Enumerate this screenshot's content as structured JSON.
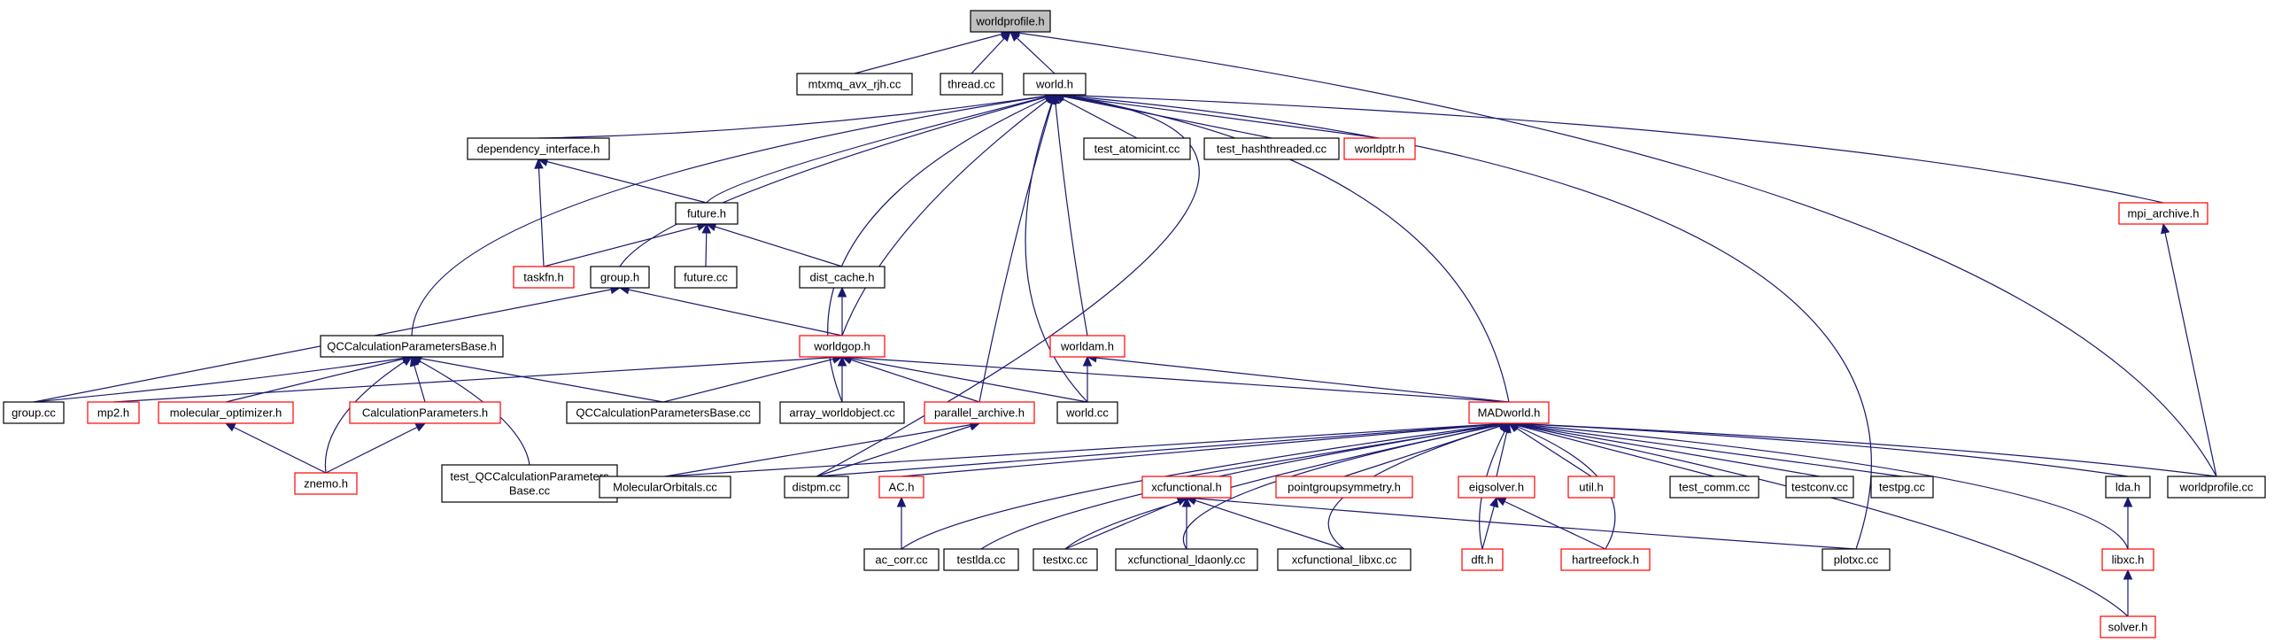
{
  "nodes": [
    {
      "id": "worldprofile_h",
      "lines": [
        "worldprofile.h"
      ],
      "style": "root"
    },
    {
      "id": "mtxmq",
      "lines": [
        "mtxmq_avx_rjh.cc"
      ],
      "style": "black"
    },
    {
      "id": "thread_cc",
      "lines": [
        "thread.cc"
      ],
      "style": "black"
    },
    {
      "id": "world_h",
      "lines": [
        "world.h"
      ],
      "style": "black"
    },
    {
      "id": "dependency_interface_h",
      "lines": [
        "dependency_interface.h"
      ],
      "style": "black"
    },
    {
      "id": "test_atomicint_cc",
      "lines": [
        "test_atomicint.cc"
      ],
      "style": "black"
    },
    {
      "id": "test_hashthreaded_cc",
      "lines": [
        "test_hashthreaded.cc"
      ],
      "style": "black"
    },
    {
      "id": "worldptr_h",
      "lines": [
        "worldptr.h"
      ],
      "style": "red"
    },
    {
      "id": "mpi_archive_h",
      "lines": [
        "mpi_archive.h"
      ],
      "style": "red"
    },
    {
      "id": "future_h",
      "lines": [
        "future.h"
      ],
      "style": "black"
    },
    {
      "id": "taskfn_h",
      "lines": [
        "taskfn.h"
      ],
      "style": "red"
    },
    {
      "id": "group_h",
      "lines": [
        "group.h"
      ],
      "style": "black"
    },
    {
      "id": "future_cc",
      "lines": [
        "future.cc"
      ],
      "style": "black"
    },
    {
      "id": "dist_cache_h",
      "lines": [
        "dist_cache.h"
      ],
      "style": "black"
    },
    {
      "id": "qccpb_h",
      "lines": [
        "QCCalculationParametersBase.h"
      ],
      "style": "black"
    },
    {
      "id": "worldgop_h",
      "lines": [
        "worldgop.h"
      ],
      "style": "red"
    },
    {
      "id": "worldam_h",
      "lines": [
        "worldam.h"
      ],
      "style": "red"
    },
    {
      "id": "group_cc",
      "lines": [
        "group.cc"
      ],
      "style": "black"
    },
    {
      "id": "mp2_h",
      "lines": [
        "mp2.h"
      ],
      "style": "red"
    },
    {
      "id": "molecular_optimizer_h",
      "lines": [
        "molecular_optimizer.h"
      ],
      "style": "red"
    },
    {
      "id": "calculationparameters_h",
      "lines": [
        "CalculationParameters.h"
      ],
      "style": "red"
    },
    {
      "id": "qccpb_cc",
      "lines": [
        "QCCalculationParametersBase.cc"
      ],
      "style": "black"
    },
    {
      "id": "array_worldobject_cc",
      "lines": [
        "array_worldobject.cc"
      ],
      "style": "black"
    },
    {
      "id": "parallel_archive_h",
      "lines": [
        "parallel_archive.h"
      ],
      "style": "red"
    },
    {
      "id": "world_cc",
      "lines": [
        "world.cc"
      ],
      "style": "black"
    },
    {
      "id": "madworld_h",
      "lines": [
        "MADworld.h"
      ],
      "style": "red"
    },
    {
      "id": "znemo_h",
      "lines": [
        "znemo.h"
      ],
      "style": "red"
    },
    {
      "id": "test_qccpb_cc",
      "lines": [
        "test_QCCalculationParameters",
        "Base.cc"
      ],
      "style": "black"
    },
    {
      "id": "molecularorbitals_cc",
      "lines": [
        "MolecularOrbitals.cc"
      ],
      "style": "black"
    },
    {
      "id": "distpm_cc",
      "lines": [
        "distpm.cc"
      ],
      "style": "black"
    },
    {
      "id": "ac_h",
      "lines": [
        "AC.h"
      ],
      "style": "red"
    },
    {
      "id": "xcfunctional_h",
      "lines": [
        "xcfunctional.h"
      ],
      "style": "red"
    },
    {
      "id": "pointgroupsymmetry_h",
      "lines": [
        "pointgroupsymmetry.h"
      ],
      "style": "red"
    },
    {
      "id": "eigsolver_h",
      "lines": [
        "eigsolver.h"
      ],
      "style": "red"
    },
    {
      "id": "util_h",
      "lines": [
        "util.h"
      ],
      "style": "red"
    },
    {
      "id": "test_comm_cc",
      "lines": [
        "test_comm.cc"
      ],
      "style": "black"
    },
    {
      "id": "testconv_cc",
      "lines": [
        "testconv.cc"
      ],
      "style": "black"
    },
    {
      "id": "testpg_cc",
      "lines": [
        "testpg.cc"
      ],
      "style": "black"
    },
    {
      "id": "lda_h",
      "lines": [
        "lda.h"
      ],
      "style": "black"
    },
    {
      "id": "worldprofile_cc",
      "lines": [
        "worldprofile.cc"
      ],
      "style": "black"
    },
    {
      "id": "ac_corr_cc",
      "lines": [
        "ac_corr.cc"
      ],
      "style": "black"
    },
    {
      "id": "testlda_cc",
      "lines": [
        "testlda.cc"
      ],
      "style": "black"
    },
    {
      "id": "testxc_cc",
      "lines": [
        "testxc.cc"
      ],
      "style": "black"
    },
    {
      "id": "xcfunctional_ldaonly_cc",
      "lines": [
        "xcfunctional_ldaonly.cc"
      ],
      "style": "black"
    },
    {
      "id": "xcfunctional_libxc_cc",
      "lines": [
        "xcfunctional_libxc.cc"
      ],
      "style": "black"
    },
    {
      "id": "dft_h",
      "lines": [
        "dft.h"
      ],
      "style": "red"
    },
    {
      "id": "hartreefock_h",
      "lines": [
        "hartreefock.h"
      ],
      "style": "red"
    },
    {
      "id": "plotxc_cc",
      "lines": [
        "plotxc.cc"
      ],
      "style": "black"
    },
    {
      "id": "libxc_h",
      "lines": [
        "libxc.h"
      ],
      "style": "red"
    },
    {
      "id": "solver_h",
      "lines": [
        "solver.h"
      ],
      "style": "red"
    }
  ],
  "edges": [
    [
      "mtxmq",
      "worldprofile_h"
    ],
    [
      "thread_cc",
      "worldprofile_h"
    ],
    [
      "world_h",
      "worldprofile_h"
    ],
    [
      "worldprofile_cc",
      "worldprofile_h"
    ],
    [
      "dependency_interface_h",
      "world_h"
    ],
    [
      "test_atomicint_cc",
      "world_h"
    ],
    [
      "test_hashthreaded_cc",
      "world_h"
    ],
    [
      "worldptr_h",
      "world_h"
    ],
    [
      "mpi_archive_h",
      "world_h"
    ],
    [
      "future_h",
      "world_h"
    ],
    [
      "group_h",
      "world_h"
    ],
    [
      "qccpb_h",
      "world_h"
    ],
    [
      "worldgop_h",
      "world_h"
    ],
    [
      "worldam_h",
      "world_h"
    ],
    [
      "array_worldobject_cc",
      "world_h"
    ],
    [
      "parallel_archive_h",
      "world_h"
    ],
    [
      "world_cc",
      "world_h"
    ],
    [
      "madworld_h",
      "world_h"
    ],
    [
      "distpm_cc",
      "world_h"
    ],
    [
      "plotxc_cc",
      "world_h"
    ],
    [
      "taskfn_h",
      "dependency_interface_h"
    ],
    [
      "future_h",
      "dependency_interface_h"
    ],
    [
      "taskfn_h",
      "future_h"
    ],
    [
      "future_cc",
      "future_h"
    ],
    [
      "dist_cache_h",
      "future_h"
    ],
    [
      "worldgop_h",
      "group_h"
    ],
    [
      "group_cc",
      "group_h"
    ],
    [
      "worldgop_h",
      "dist_cache_h"
    ],
    [
      "group_cc",
      "qccpb_h"
    ],
    [
      "molecular_optimizer_h",
      "qccpb_h"
    ],
    [
      "calculationparameters_h",
      "qccpb_h"
    ],
    [
      "qccpb_cc",
      "qccpb_h"
    ],
    [
      "znemo_h",
      "qccpb_h"
    ],
    [
      "test_qccpb_cc",
      "qccpb_h"
    ],
    [
      "mp2_h",
      "worldgop_h"
    ],
    [
      "qccpb_cc",
      "worldgop_h"
    ],
    [
      "array_worldobject_cc",
      "worldgop_h"
    ],
    [
      "parallel_archive_h",
      "worldgop_h"
    ],
    [
      "world_cc",
      "worldgop_h"
    ],
    [
      "madworld_h",
      "worldgop_h"
    ],
    [
      "world_cc",
      "worldam_h"
    ],
    [
      "madworld_h",
      "worldam_h"
    ],
    [
      "worldprofile_cc",
      "mpi_archive_h"
    ],
    [
      "znemo_h",
      "molecular_optimizer_h"
    ],
    [
      "znemo_h",
      "calculationparameters_h"
    ],
    [
      "molecularorbitals_cc",
      "parallel_archive_h"
    ],
    [
      "distpm_cc",
      "parallel_archive_h"
    ],
    [
      "molecularorbitals_cc",
      "madworld_h"
    ],
    [
      "distpm_cc",
      "madworld_h"
    ],
    [
      "ac_h",
      "madworld_h"
    ],
    [
      "ac_corr_cc",
      "madworld_h"
    ],
    [
      "testlda_cc",
      "madworld_h"
    ],
    [
      "testxc_cc",
      "madworld_h"
    ],
    [
      "xcfunctional_h",
      "madworld_h"
    ],
    [
      "xcfunctional_ldaonly_cc",
      "madworld_h"
    ],
    [
      "xcfunctional_libxc_cc",
      "madworld_h"
    ],
    [
      "pointgroupsymmetry_h",
      "madworld_h"
    ],
    [
      "dft_h",
      "madworld_h"
    ],
    [
      "eigsolver_h",
      "madworld_h"
    ],
    [
      "hartreefock_h",
      "madworld_h"
    ],
    [
      "util_h",
      "madworld_h"
    ],
    [
      "test_comm_cc",
      "madworld_h"
    ],
    [
      "testconv_cc",
      "madworld_h"
    ],
    [
      "testpg_cc",
      "madworld_h"
    ],
    [
      "lda_h",
      "madworld_h"
    ],
    [
      "worldprofile_cc",
      "madworld_h"
    ],
    [
      "libxc_h",
      "madworld_h"
    ],
    [
      "solver_h",
      "madworld_h"
    ],
    [
      "ac_corr_cc",
      "ac_h"
    ],
    [
      "testxc_cc",
      "xcfunctional_h"
    ],
    [
      "xcfunctional_ldaonly_cc",
      "xcfunctional_h"
    ],
    [
      "xcfunctional_libxc_cc",
      "xcfunctional_h"
    ],
    [
      "plotxc_cc",
      "xcfunctional_h"
    ],
    [
      "dft_h",
      "eigsolver_h"
    ],
    [
      "hartreefock_h",
      "eigsolver_h"
    ],
    [
      "libxc_h",
      "lda_h"
    ],
    [
      "solver_h",
      "libxc_h"
    ]
  ]
}
